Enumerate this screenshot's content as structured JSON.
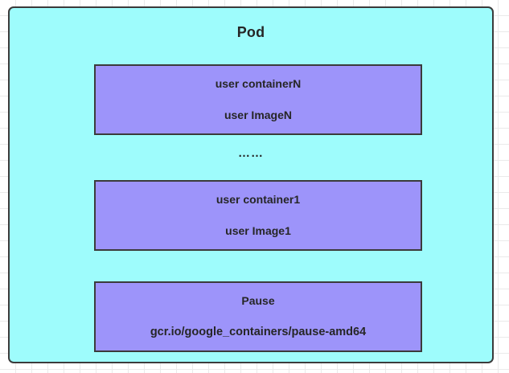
{
  "diagram": {
    "pod": {
      "title": "Pod",
      "fill_color": "#9efcfc",
      "border_color": "#3b3b3b"
    },
    "ellipsis": "……",
    "containers": [
      {
        "name": "user containerN",
        "image": "user ImageN",
        "fill_color": "#9d94fa",
        "border_color": "#3b3b3b"
      },
      {
        "name": "user container1",
        "image": "user Image1",
        "fill_color": "#9d94fa",
        "border_color": "#3b3b3b"
      },
      {
        "name": "Pause",
        "image": "gcr.io/google_containers/pause-amd64",
        "fill_color": "#9d94fa",
        "border_color": "#3b3b3b"
      }
    ]
  }
}
